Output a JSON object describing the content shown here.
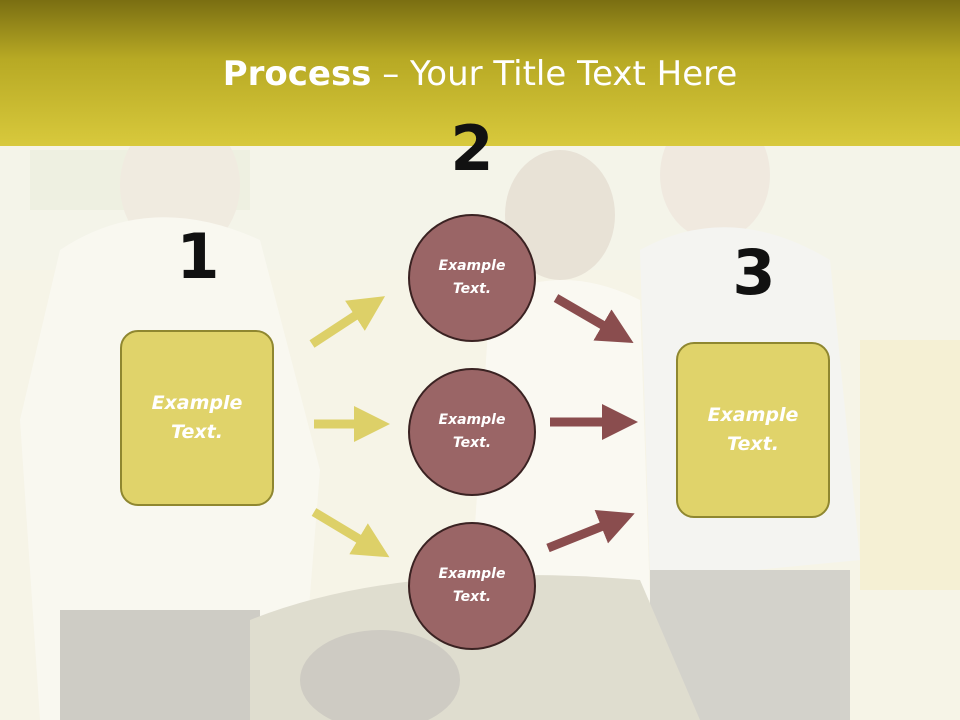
{
  "title": {
    "bold": "Process",
    "rest": " – Your Title Text Here"
  },
  "steps": {
    "n1": "1",
    "n2": "2",
    "n3": "3"
  },
  "boxes": {
    "left": "Example\nText.",
    "right": "Example\nText."
  },
  "circles": {
    "c1": "Example\nText.",
    "c2": "Example\nText.",
    "c3": "Example\nText."
  },
  "colors": {
    "header": "#d8c93c",
    "box_fill": "#e0d36a",
    "circle_fill": "#9a6566",
    "arrow_yellow": "#ddd068",
    "arrow_red": "#8a4d4e"
  }
}
